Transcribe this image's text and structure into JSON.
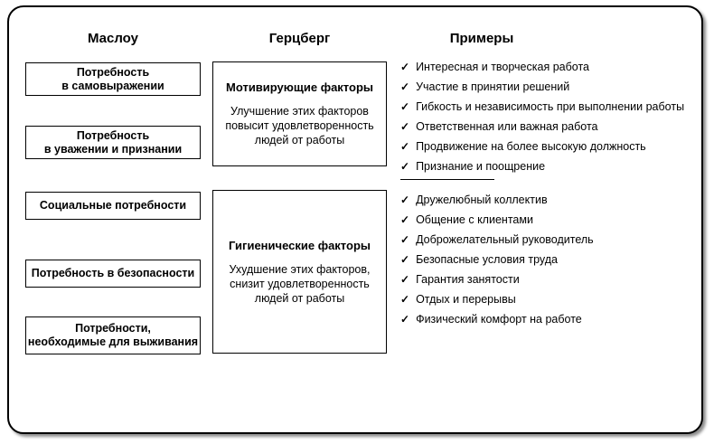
{
  "headers": {
    "maslow": "Маслоу",
    "herzberg": "Герцберг",
    "examples": "Примеры"
  },
  "maslow_boxes": [
    "Потребность\nв самовыражении",
    "Потребность\nв уважении и признании",
    "Социальные потребности",
    "Потребность в безопасности",
    "Потребности,\nнеобходимые для выживания"
  ],
  "herzberg_boxes": [
    {
      "title": "Мотивирующие факторы",
      "description": "Улучшение этих факторов\nповысит удовлетворенность\nлюдей от работы"
    },
    {
      "title": "Гигиенические факторы",
      "description": "Ухудшение этих факторов,\nснизит удовлетворенность\nлюдей от работы"
    }
  ],
  "examples": {
    "check_glyph": "✓",
    "motivating": [
      "Интересная и творческая работа",
      "Участие в принятии решений",
      "Гибкость и независимость при выполнении работы",
      "Ответственная или важная работа",
      "Продвижение на более высокую должность",
      "Признание и поощрение"
    ],
    "hygiene": [
      "Дружелюбный коллектив",
      "Общение с клиентами",
      "Доброжелательный руководитель",
      "Безопасные условия труда",
      "Гарантия занятости",
      "Отдых и перерывы",
      "Физический комфорт на работе"
    ]
  }
}
